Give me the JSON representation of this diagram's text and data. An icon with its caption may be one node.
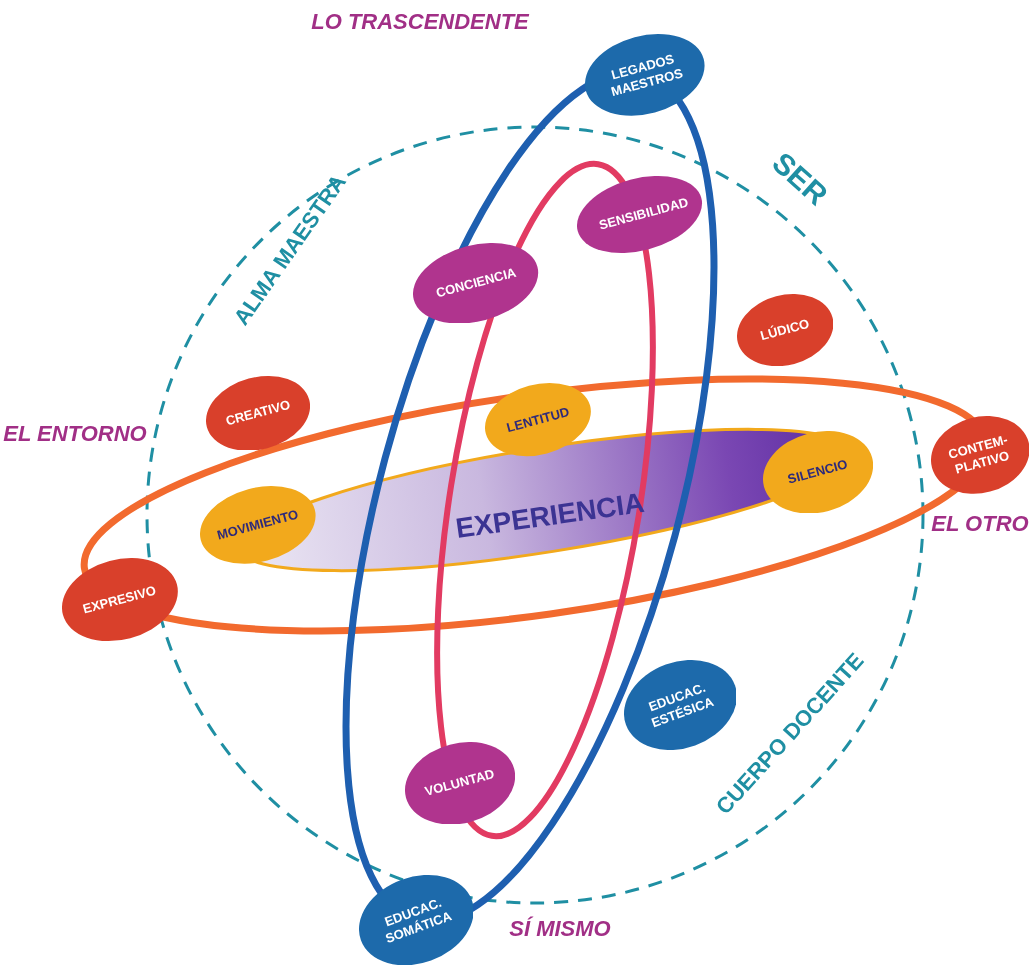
{
  "diagram": {
    "nodes": [
      {
        "text": [
          "LEGADOS MAESTROS"
        ]
      },
      {
        "text": [
          "SENSIBILIDAD"
        ]
      },
      {
        "text": [
          "CONCIENCIA"
        ]
      },
      {
        "text": [
          "LÚDICO"
        ]
      },
      {
        "text": [
          "CREATIVO"
        ]
      },
      {
        "text": [
          "LENTITUD"
        ]
      },
      {
        "text": [
          "CONTEM- PLATIVO"
        ]
      },
      {
        "text": [
          "EXPERIENCIA"
        ]
      },
      {
        "text": [
          "SILENCIO"
        ]
      },
      {
        "text": [
          "MOVIMIENTO"
        ]
      },
      {
        "text": [
          "EXPRESIVO"
        ]
      },
      {
        "text": [
          "EDUCAC. ESTÉSICA"
        ]
      },
      {
        "text": [
          "VOLUNTAD"
        ]
      },
      {
        "text": [
          "EDUCAC. SOMÁTICA"
        ]
      }
    ],
    "labels": [
      "LO TRASCENDENTE",
      "SER",
      "ALMA MAESTRA",
      "EL ENTORNO",
      "EL OTRO",
      "CUERPO DOCENTE",
      "SÍ MISMO"
    ]
  }
}
